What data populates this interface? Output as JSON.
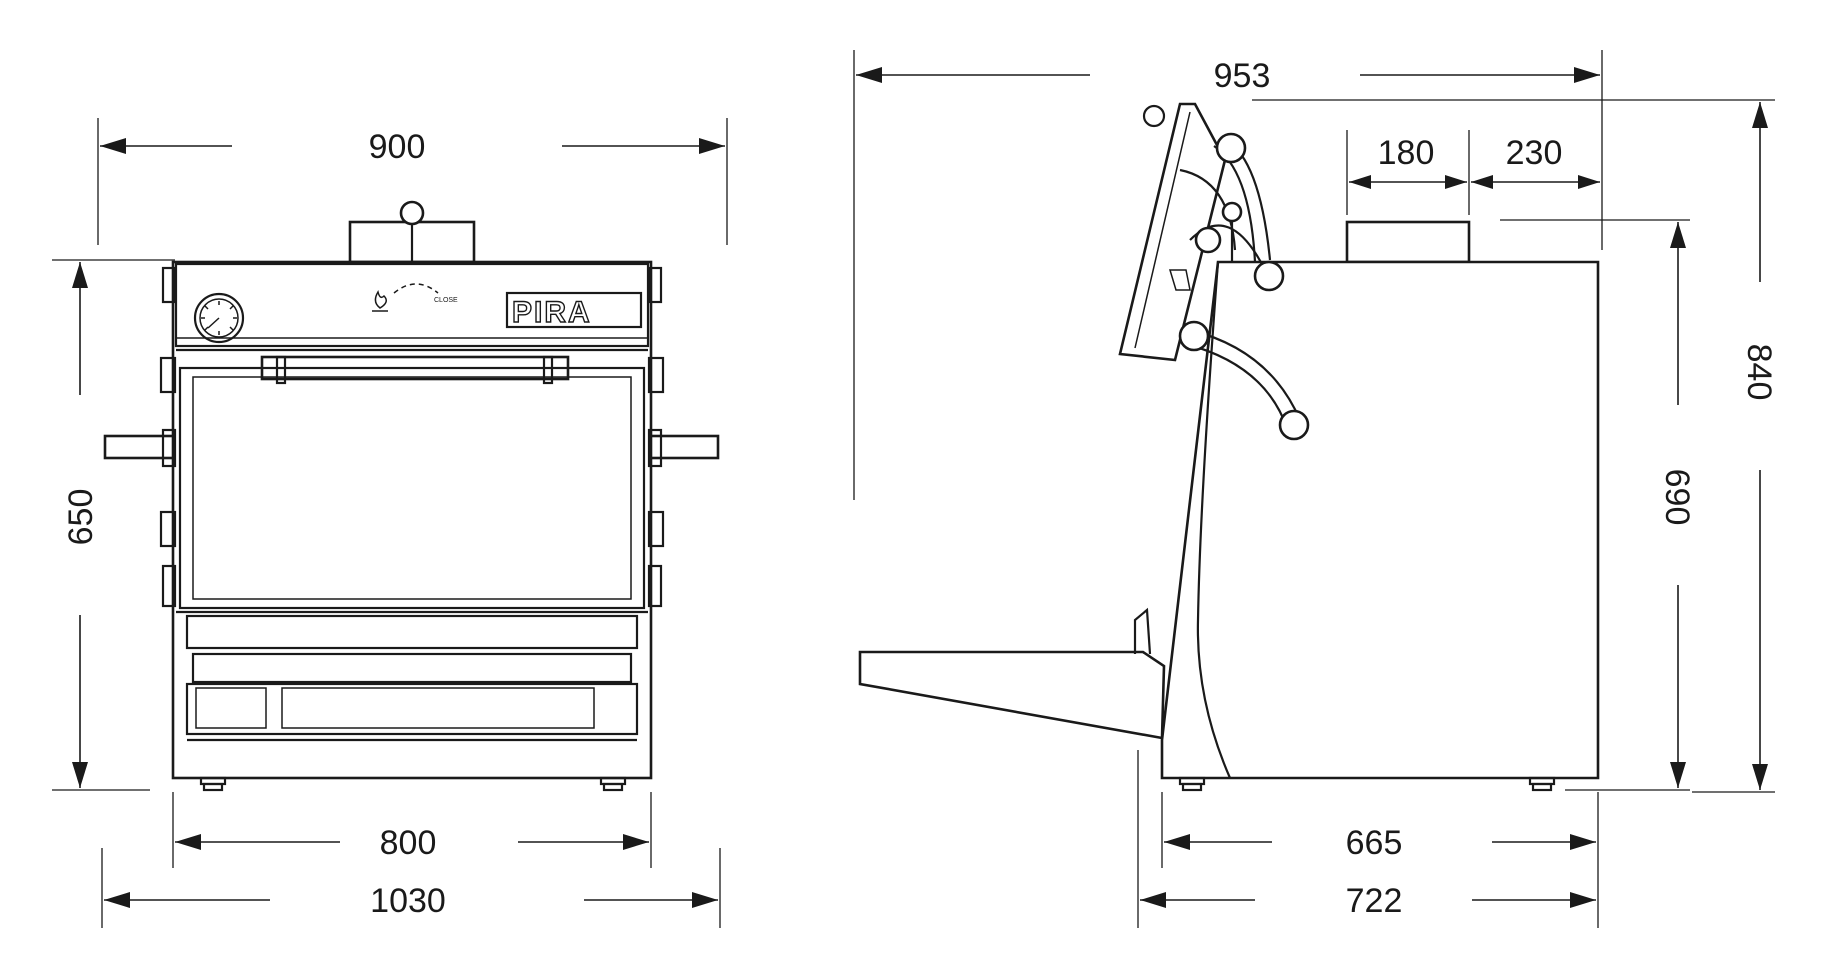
{
  "front_view": {
    "dim_top_width": "900",
    "dim_height": "650",
    "dim_body_width": "800",
    "dim_total_width": "1030",
    "logo": "PIRA",
    "control_label": "CLOSE"
  },
  "side_view": {
    "dim_total_depth": "953",
    "dim_chimney_width": "180",
    "dim_chimney_offset": "230",
    "dim_total_height": "840",
    "dim_body_height": "690",
    "dim_body_depth": "665",
    "dim_depth_with_tray": "722"
  },
  "colors": {
    "line": "#1a1a1a",
    "background": "#ffffff"
  }
}
